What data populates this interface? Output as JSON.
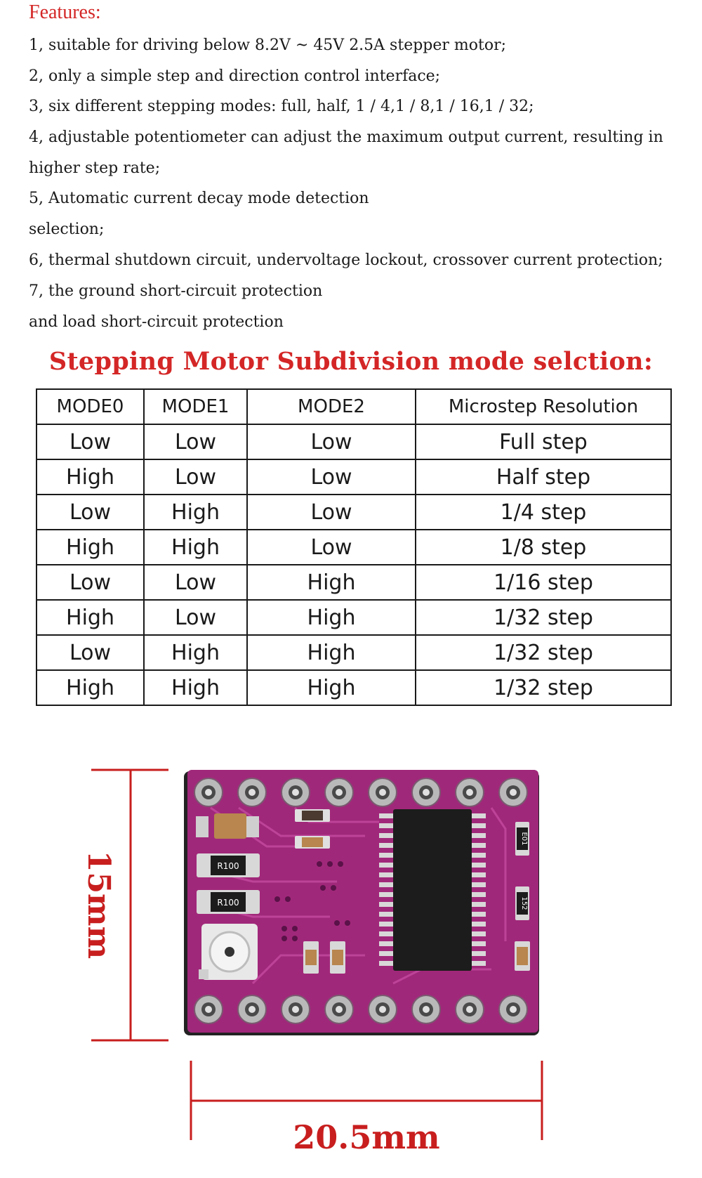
{
  "features": {
    "heading": "Features:",
    "lines": [
      "1, suitable for driving below 8.2V ~ 45V 2.5A stepper motor;",
      "2, only a simple step and direction control interface;",
      "3, six different stepping modes: full, half, 1 / 4,1 / 8,1 / 16,1 / 32;",
      "4, adjustable potentiometer can adjust the maximum output current, resulting in",
      "higher step rate;",
      "5, Automatic current decay mode detection",
      "selection;",
      "6, thermal shutdown circuit, undervoltage lockout, crossover current protection;",
      "7, the ground short-circuit protection",
      "and load short-circuit protection"
    ]
  },
  "mode_table": {
    "title": "Stepping Motor Subdivision mode selction:",
    "headers": [
      "MODE0",
      "MODE1",
      "MODE2",
      "Microstep Resolution"
    ],
    "rows": [
      [
        "Low",
        "Low",
        "Low",
        "Full step"
      ],
      [
        "High",
        "Low",
        "Low",
        "Half step"
      ],
      [
        "Low",
        "High",
        "Low",
        "1/4 step"
      ],
      [
        "High",
        "High",
        "Low",
        "1/8 step"
      ],
      [
        "Low",
        "Low",
        "High",
        "1/16 step"
      ],
      [
        "High",
        "Low",
        "High",
        "1/32 step"
      ],
      [
        "Low",
        "High",
        "High",
        "1/32 step"
      ],
      [
        "High",
        "High",
        "High",
        "1/32 step"
      ]
    ]
  },
  "board": {
    "height_label": "15mm",
    "width_label": "20.5mm",
    "resistor_label": "R100",
    "side_marks": [
      "E01",
      "152"
    ],
    "colors": {
      "pcb": "#a0287a",
      "dimension": "#c81e1e",
      "chip": "#1c1c1c"
    }
  }
}
